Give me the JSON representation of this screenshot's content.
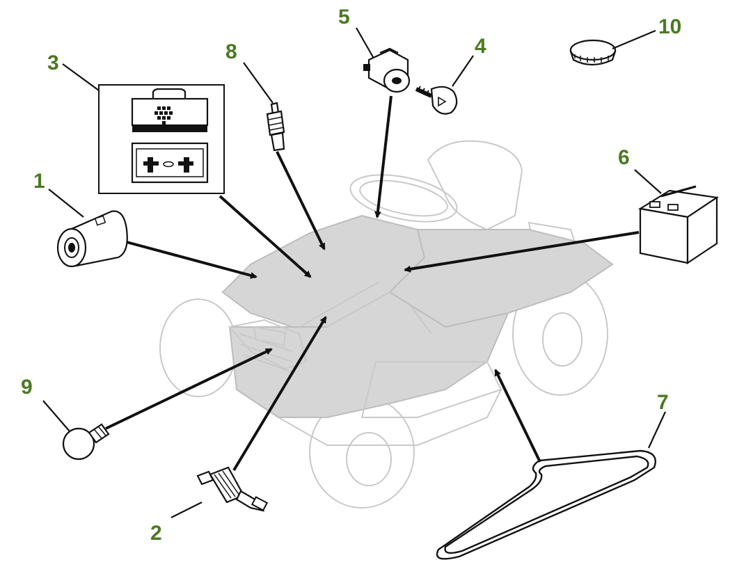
{
  "callouts": {
    "c1": "1",
    "c2": "2",
    "c3": "3",
    "c4": "4",
    "c5": "5",
    "c6": "6",
    "c7": "7",
    "c8": "8",
    "c9": "9",
    "c10": "10"
  },
  "colors": {
    "callout_text": "#4a7a22",
    "leader_lines": "#111111",
    "mower_ghost": "#d6d6d6"
  },
  "icons": {
    "part_1": "oil-filter-icon",
    "part_2": "fuel-filter-icon",
    "part_3": "air-filter-icon",
    "part_4": "ignition-key-icon",
    "part_5": "ignition-switch-icon",
    "part_6": "battery-icon",
    "part_7": "drive-belt-icon",
    "part_8": "spark-plug-icon",
    "part_9": "light-bulb-icon",
    "part_10": "fuel-cap-icon",
    "mower": "riding-lawn-mower-icon"
  }
}
